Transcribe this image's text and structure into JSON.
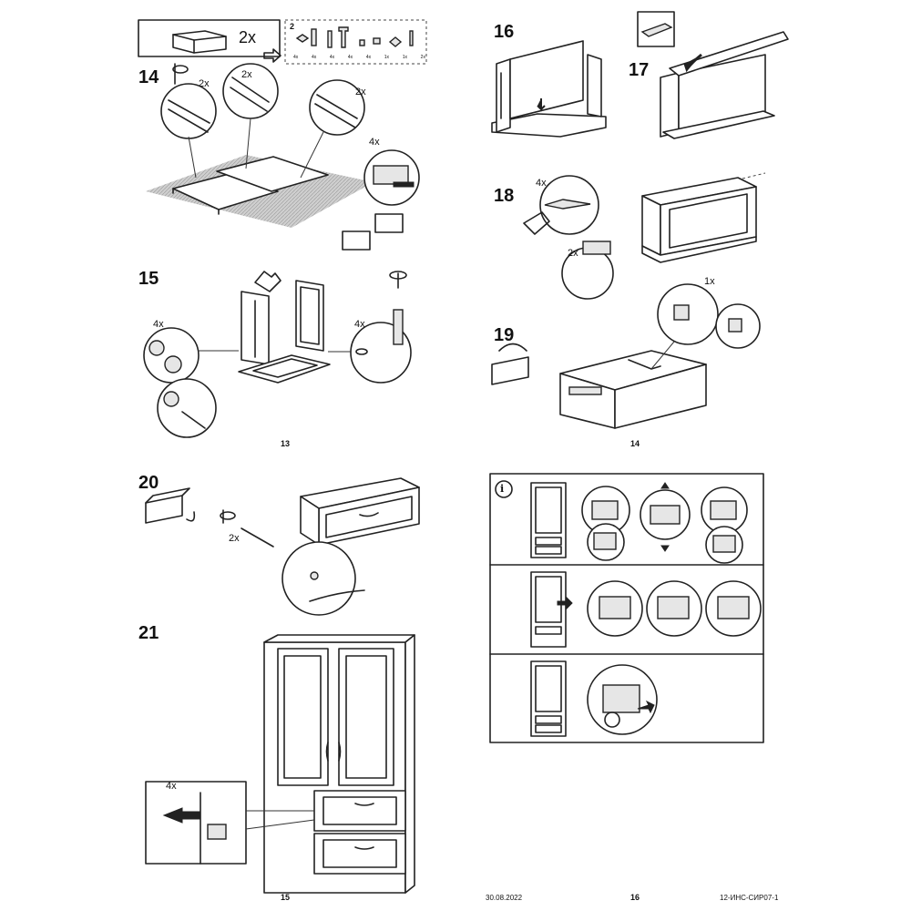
{
  "pages": {
    "left_top": "13",
    "right_top": "14",
    "left_bottom": "15",
    "right_bottom": "16"
  },
  "footer": {
    "date": "30.08.2022",
    "code": "12-ИНС-СИР07-1"
  },
  "steps": {
    "s14": "14",
    "s15": "15",
    "s16": "16",
    "s17": "17",
    "s18": "18",
    "s19": "19",
    "s20": "20",
    "s21": "21"
  },
  "header_box": {
    "qty": "2x",
    "bag_number": "2",
    "hardware_qty": [
      "4x",
      "4x",
      "4x",
      "4x",
      "4x",
      "1x",
      "1x",
      "2x"
    ]
  },
  "quantities": {
    "s14_a": "2x",
    "s14_b": "2x",
    "s14_c": "2x",
    "s14_d": "4x",
    "s15_a": "4x",
    "s15_b": "4x",
    "s18_a": "4x",
    "s18_b": "2x",
    "s19_a": "1x",
    "s20_a": "2x",
    "s21_a": "4x"
  },
  "info_icon": "i"
}
